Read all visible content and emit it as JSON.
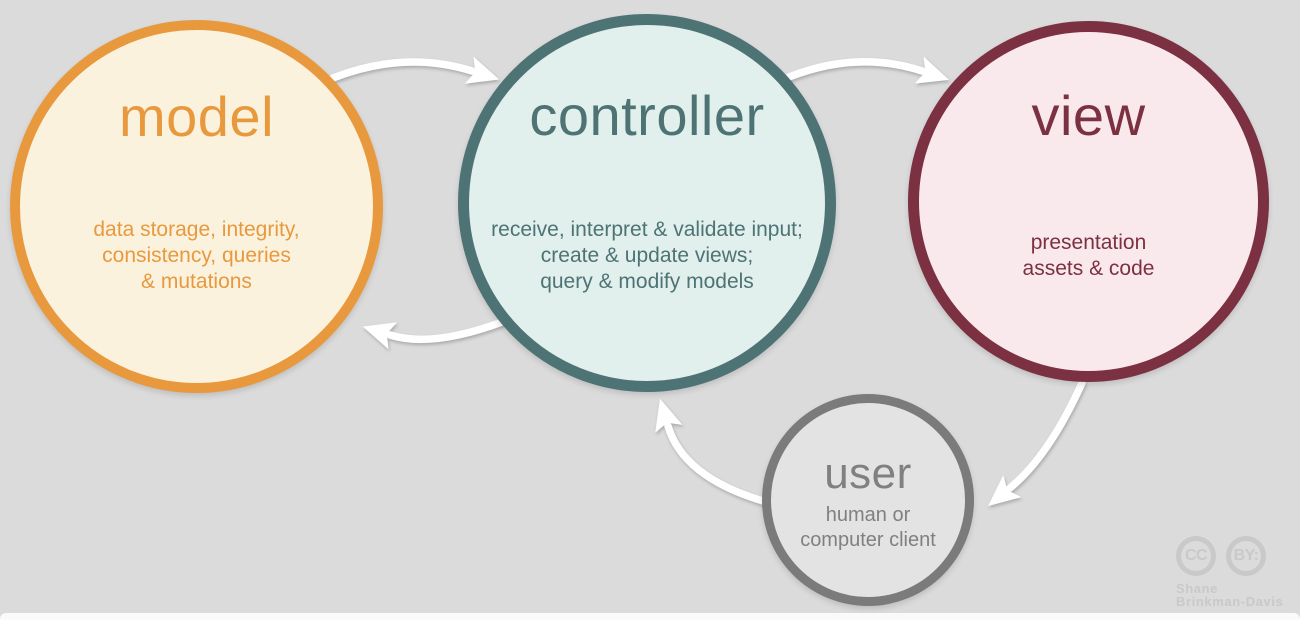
{
  "diagram_type": "mvc-architecture-cycle",
  "background_color": "#DBDBDB",
  "arrow_color": "#FFFFFF",
  "nodes": [
    {
      "id": "model",
      "label": "model",
      "desc_lines": [
        "data storage, integrity,",
        "consistency, queries",
        "& mutations"
      ],
      "border_color": "#E8993E",
      "fill_color": "#FBF2DE",
      "text_color": "#E8993E"
    },
    {
      "id": "controller",
      "label": "controller",
      "desc_lines": [
        "receive, interpret & validate input;",
        "create & update views;",
        "query & modify models"
      ],
      "border_color": "#4E7375",
      "fill_color": "#E1EFED",
      "text_color": "#4E7375"
    },
    {
      "id": "view",
      "label": "view",
      "desc_lines": [
        "presentation",
        "assets & code",
        ""
      ],
      "border_color": "#7C3142",
      "fill_color": "#FAE9EC",
      "text_color": "#7C3142"
    },
    {
      "id": "user",
      "label": "user",
      "desc_lines": [
        "human or",
        "computer client",
        ""
      ],
      "border_color": "#7B7B7B",
      "fill_color": "#E3E3E3",
      "text_color": "#808080"
    }
  ],
  "edges": [
    {
      "from": "model",
      "to": "controller"
    },
    {
      "from": "controller",
      "to": "view"
    },
    {
      "from": "controller",
      "to": "model"
    },
    {
      "from": "user",
      "to": "controller"
    },
    {
      "from": "view",
      "to": "user"
    }
  ],
  "attribution": {
    "badge_cc": "CC",
    "badge_by": "BY:",
    "author_line1": "Shane",
    "author_line2": "Brinkman-Davis",
    "color": "#C9C9C9"
  }
}
